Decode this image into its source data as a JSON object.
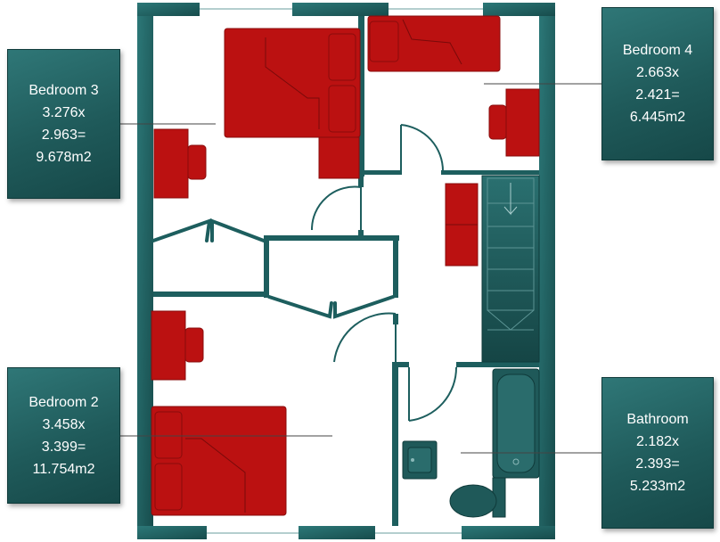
{
  "rooms": [
    {
      "id": "bedroom-3",
      "name": "Bedroom 3",
      "dim_a": "3.276x",
      "dim_b": "2.963=",
      "area": "9.678m2"
    },
    {
      "id": "bedroom-4",
      "name": "Bedroom 4",
      "dim_a": "2.663x",
      "dim_b": "2.421=",
      "area": "6.445m2"
    },
    {
      "id": "bedroom-2",
      "name": "Bedroom 2",
      "dim_a": "3.458x",
      "dim_b": "3.399=",
      "area": "11.754m2"
    },
    {
      "id": "bathroom",
      "name": "Bathroom",
      "dim_a": "2.182x",
      "dim_b": "2.393=",
      "area": "5.233m2"
    }
  ],
  "colors": {
    "wall": "#1d5e5e",
    "furniture": "#bb1111",
    "fixture": "#1f5959",
    "callout_bg": "#236565",
    "callout_text": "#ffffff",
    "leader": "#444444"
  }
}
